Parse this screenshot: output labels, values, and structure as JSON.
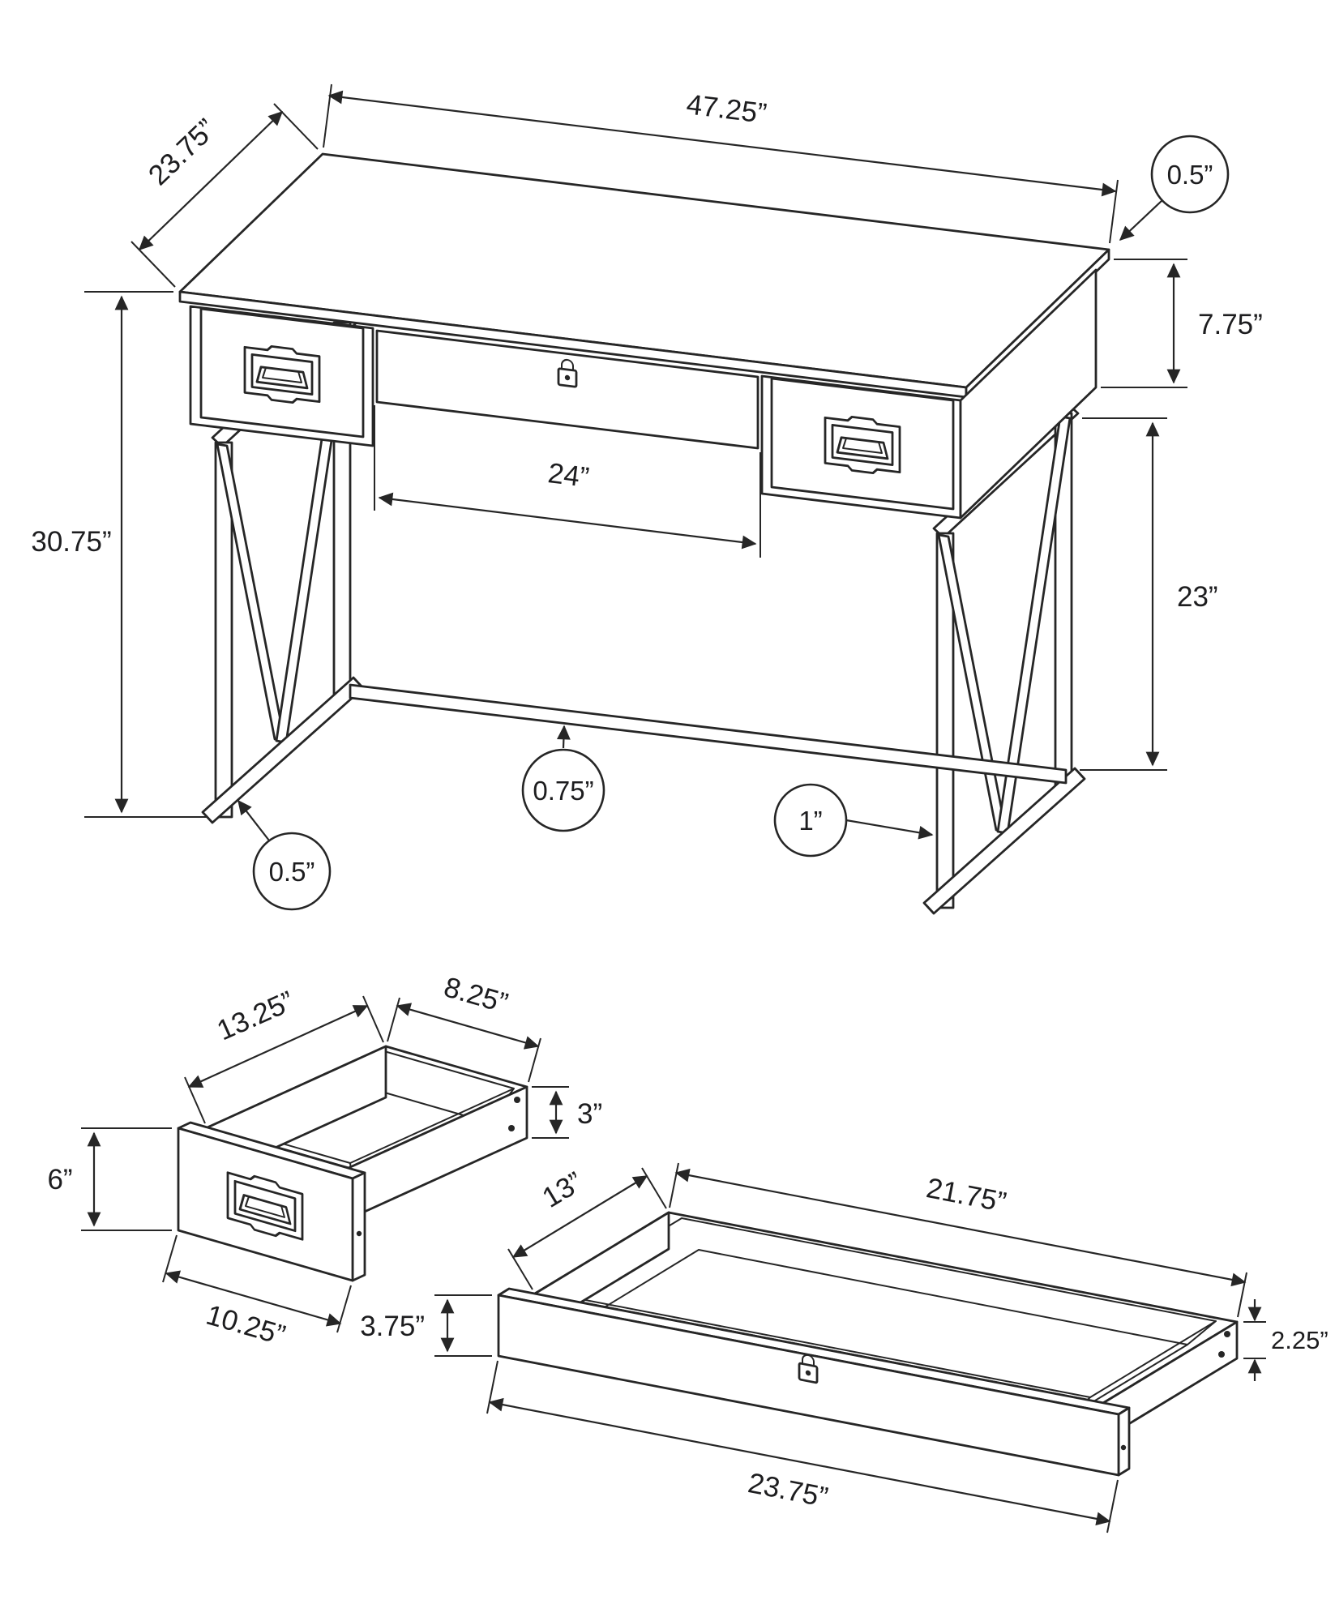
{
  "page": {
    "background_color": "#ffffff",
    "line_color": "#262626"
  },
  "views": {
    "desk": {
      "name": "desk-overall-dimensions",
      "dims": {
        "top_depth": "23.75”",
        "top_width": "47.25”",
        "top_thickness": "0.5”",
        "apron_height": "7.75”",
        "overall_height": "30.75”",
        "knee_width": "24”",
        "clearance_height": "23”",
        "stretcher_thickness": "0.75”",
        "frame_thickness": "0.5”",
        "foot_width": "1”"
      }
    },
    "side_drawer": {
      "name": "side-drawer-dimensions",
      "dims": {
        "depth": "13.25”",
        "box_width": "8.25”",
        "front_height": "6”",
        "box_height": "3”",
        "front_width": "10.25”"
      }
    },
    "center_drawer": {
      "name": "center-drawer-dimensions",
      "dims": {
        "depth": "13”",
        "box_width": "21.75”",
        "front_height": "3.75”",
        "box_height": "2.25”",
        "front_width": "23.75”"
      }
    }
  }
}
